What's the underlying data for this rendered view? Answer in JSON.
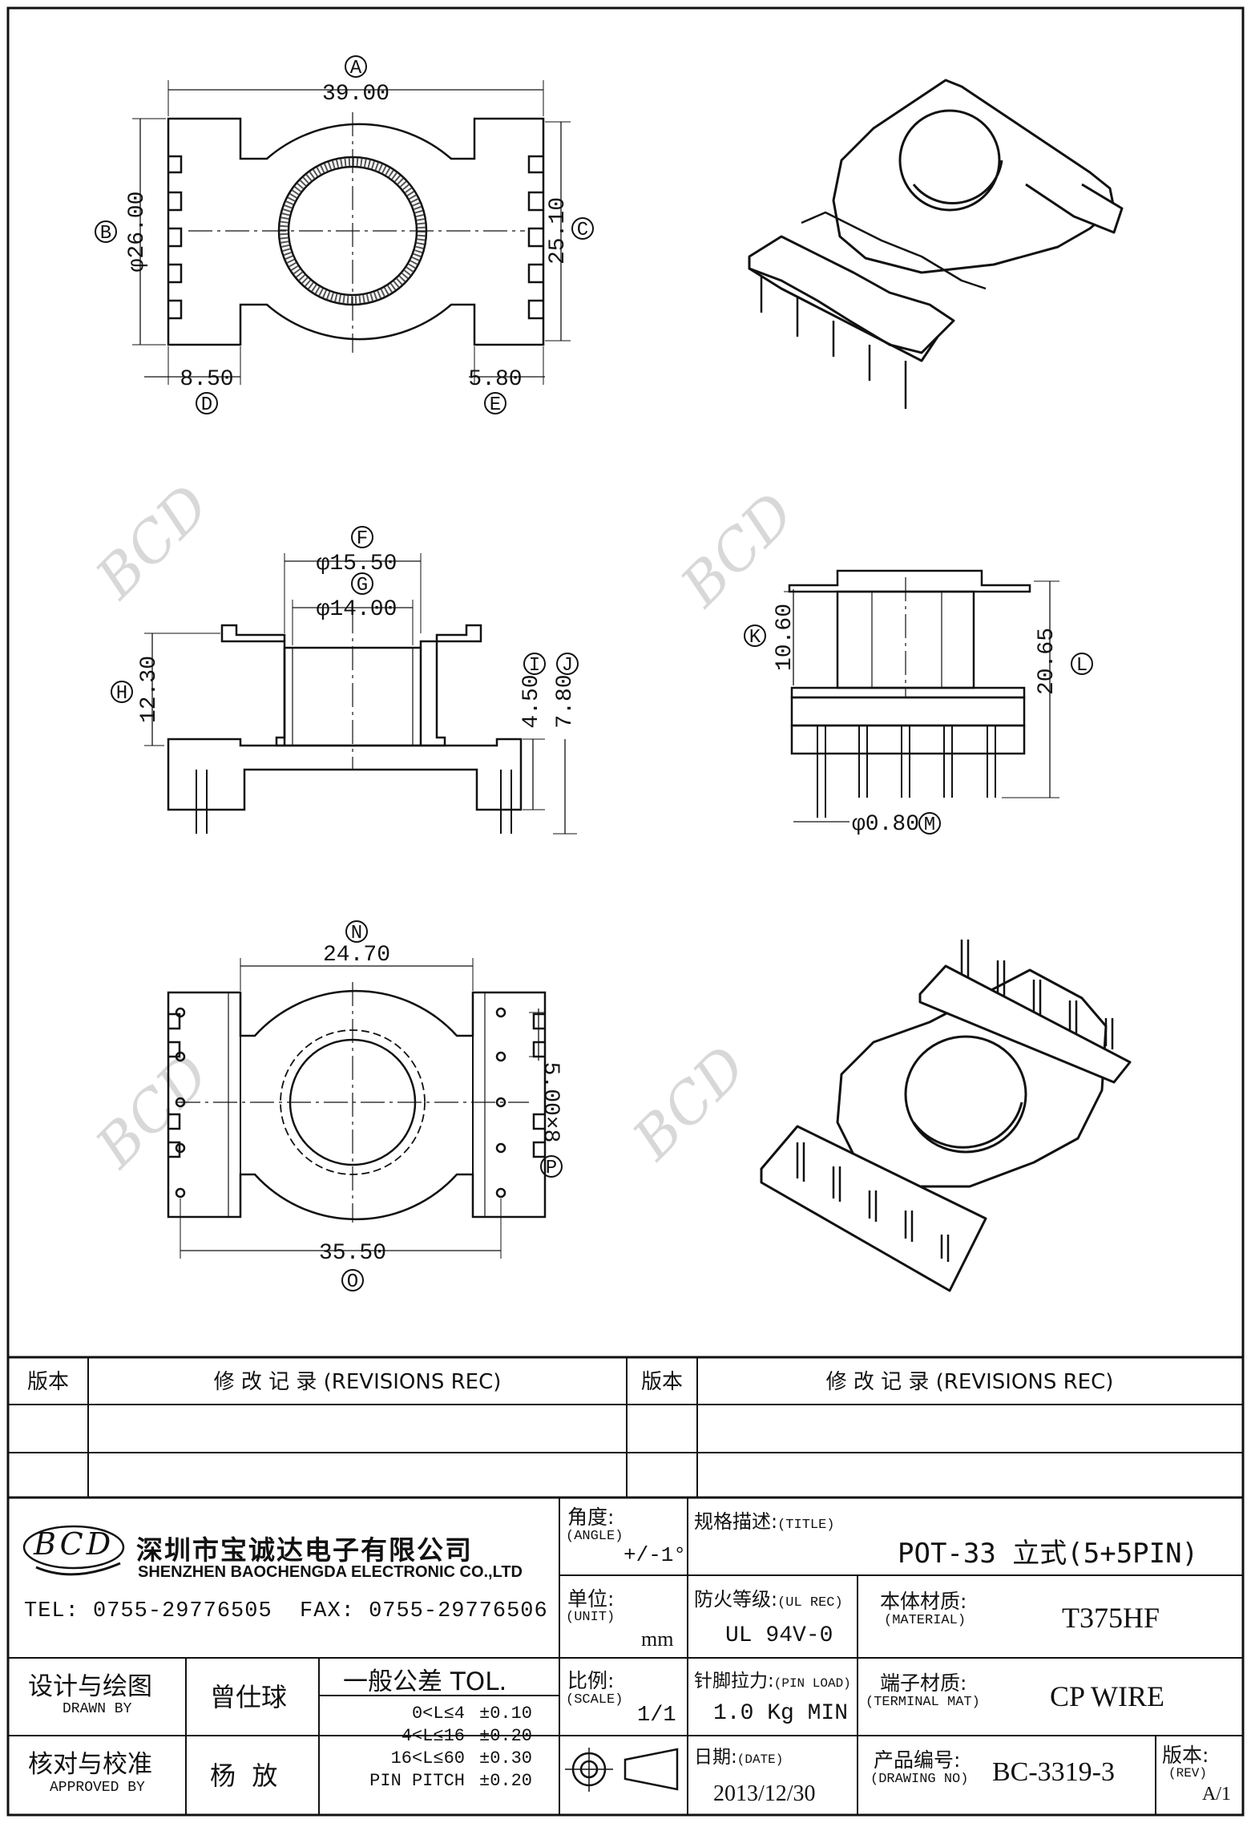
{
  "top_view": {
    "dim_a": {
      "letter": "A",
      "value": "39.00"
    },
    "dim_b": {
      "letter": "B",
      "value": "φ26.00"
    },
    "dim_c": {
      "letter": "C",
      "value": "25.10"
    },
    "dim_d": {
      "letter": "D",
      "value": "8.50"
    },
    "dim_e": {
      "letter": "E",
      "value": "5.80"
    }
  },
  "front_view": {
    "dim_f": {
      "letter": "F",
      "value": "φ15.50"
    },
    "dim_g": {
      "letter": "G",
      "value": "φ14.00"
    },
    "dim_h": {
      "letter": "H",
      "value": "12.30"
    },
    "dim_i": {
      "letter": "I",
      "value": "4.50"
    },
    "dim_j": {
      "letter": "J",
      "value": "7.80"
    }
  },
  "side_view": {
    "dim_k": {
      "letter": "K",
      "value": "10.60"
    },
    "dim_l": {
      "letter": "L",
      "value": "20.65"
    },
    "dim_m": {
      "letter": "M",
      "value": "φ0.80"
    }
  },
  "bottom_view": {
    "dim_n": {
      "letter": "N",
      "value": "24.70"
    },
    "dim_o": {
      "letter": "O",
      "value": "35.50"
    },
    "dim_p": {
      "letter": "P",
      "value": "5.00×8"
    }
  },
  "watermark": "BCD",
  "revisions": {
    "ver_label_left": "版本",
    "rec_label_left": "修 改 记 录 (REVISIONS REC)",
    "ver_label_right": "版本",
    "rec_label_right": "修 改 记 录 (REVISIONS REC)"
  },
  "company": {
    "logo_text": "BCD",
    "name_cn": "深圳市宝诚达电子有限公司",
    "name_en": "SHENZHEN BAOCHENGDA ELECTRONIC CO.,LTD",
    "contact": "TEL: 0755-29776505  FAX: 0755-29776506"
  },
  "title_block": {
    "angle_label": "角度:",
    "angle_label_en": "(ANGLE)",
    "angle_value": "+/-1°",
    "title_label": "规格描述:",
    "title_label_en": "(TITLE)",
    "title_value": "POT-33 立式(5+5PIN)",
    "unit_label": "单位:",
    "unit_label_en": "(UNIT)",
    "unit_value": "mm",
    "fire_label": "防火等级:",
    "fire_label_en": "(UL REC)",
    "fire_value": "UL 94V-0",
    "material_label": "本体材质:",
    "material_label_en": "(MATERIAL)",
    "material_value": "T375HF",
    "scale_label": "比例:",
    "scale_label_en": "(SCALE)",
    "scale_value": "1/1",
    "pinload_label": "针脚拉力:",
    "pinload_label_en": "(PIN LOAD)",
    "pinload_value": "1.0 Kg MIN",
    "terminal_label": "端子材质:",
    "terminal_label_en": "(TERMINAL MAT)",
    "terminal_value": "CP WIRE",
    "date_label": "日期:",
    "date_label_en": "(DATE)",
    "date_value": "2013/12/30",
    "drawing_label": "产品编号:",
    "drawing_label_en": "(DRAWING NO)",
    "drawing_value": "BC-3319-3",
    "rev_label": "版本:",
    "rev_label_en": "(REV)",
    "rev_value": "A/1",
    "drawn_label": "设计与绘图",
    "drawn_label_en": "DRAWN BY",
    "drawn_value": "曾仕球",
    "approved_label": "核对与校准",
    "approved_label_en": "APPROVED BY",
    "approved_value": "杨  放",
    "tol_title": "一般公差 TOL.",
    "tol_rows": [
      {
        "range": "0<L≤4",
        "value": "±0.10"
      },
      {
        "range": "4<L≤16",
        "value": "±0.20"
      },
      {
        "range": "16<L≤60",
        "value": "±0.30"
      },
      {
        "range": "PIN PITCH",
        "value": "±0.20"
      }
    ]
  }
}
